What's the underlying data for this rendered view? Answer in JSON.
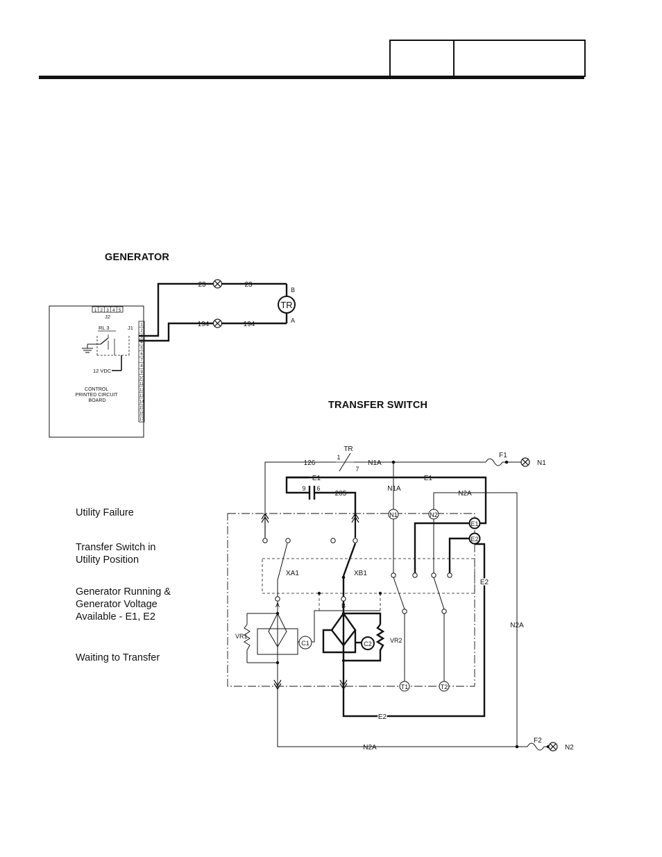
{
  "header": {
    "cell1": "",
    "cell2": ""
  },
  "sections": {
    "generator": "GENERATOR",
    "transfer_switch": "TRANSFER SWITCH"
  },
  "steps": [
    "Utility Failure",
    "Transfer Switch in\nUtility Position",
    "Generator Running &\nGenerator Voltage\nAvailable - E1, E2",
    "Waiting to Transfer"
  ],
  "generator": {
    "board_name": "CONTROL\nPRINTED CIRCUIT\nBOARD",
    "top_pins": [
      "1",
      "2",
      "3",
      "4",
      "5"
    ],
    "top_connector": "J2",
    "j1": "J1",
    "j1_pins": [
      "1",
      "2",
      "3",
      "4",
      "5",
      "6",
      "7",
      "8",
      "9",
      "10",
      "11",
      "12",
      "13",
      "14",
      "15",
      "16",
      "17"
    ],
    "relay": "RL 3",
    "supply": "12 VDC",
    "wire_23": "23",
    "wire_194": "194",
    "tr": "TR",
    "tr_terminal_b": "B",
    "tr_terminal_a": "A"
  },
  "transfer": {
    "wire_126": "126",
    "tr_label": "TR",
    "tr_pin1": "1",
    "tr_pin7": "7",
    "n1a": "N1A",
    "f1": "F1",
    "n1": "N1",
    "e1": "E1",
    "pin9": "9",
    "pin6": "6",
    "wire_205": "205",
    "n2a": "N2A",
    "n1_term": "N1",
    "n2_term": "N2",
    "e1_term": "E1",
    "e2_term": "E2",
    "e2": "E2",
    "xa1": "XA1",
    "xb1": "XB1",
    "a": "A",
    "b": "B",
    "vr1": "VR1",
    "vr2": "VR2",
    "c1": "C1",
    "c2": "C2",
    "t1": "T1",
    "t2": "T2",
    "f2": "F2",
    "n2": "N2"
  }
}
